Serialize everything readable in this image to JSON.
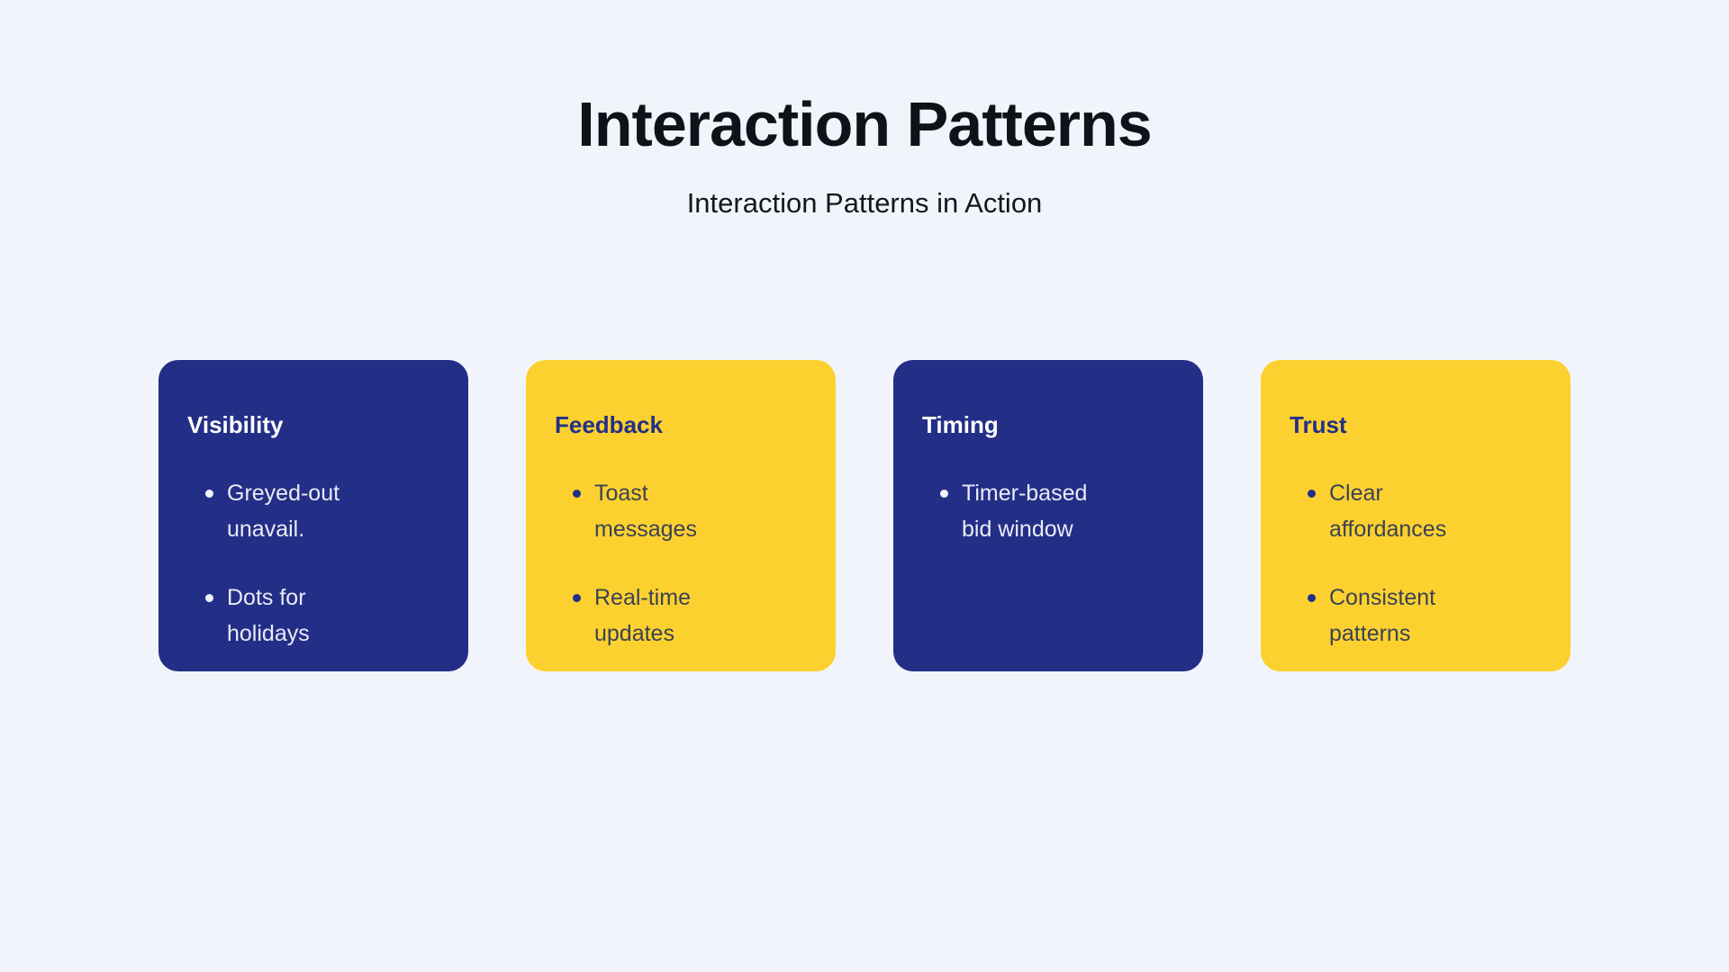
{
  "page": {
    "title": "Interaction Patterns",
    "subtitle": "Interaction Patterns in Action"
  },
  "colors": {
    "background": "#F1F4FB",
    "navy_card_background": "#232F87",
    "yellow_card_background": "#FCD12F",
    "heading_text": "#0F1218",
    "text_on_navy": "#E9EBF5",
    "text_on_yellow": "#3A4353",
    "title_on_yellow": "#232F87"
  },
  "cards": [
    {
      "title": "Visibility",
      "variant": "navy",
      "bullets": [
        "Greyed-out unavail.",
        "Dots for holidays"
      ]
    },
    {
      "title": "Feedback",
      "variant": "yellow",
      "bullets": [
        "Toast messages",
        "Real-time updates"
      ]
    },
    {
      "title": "Timing",
      "variant": "navy",
      "bullets": [
        "Timer-based bid window"
      ]
    },
    {
      "title": "Trust",
      "variant": "yellow",
      "bullets": [
        "Clear affordances",
        "Consistent patterns"
      ]
    }
  ]
}
